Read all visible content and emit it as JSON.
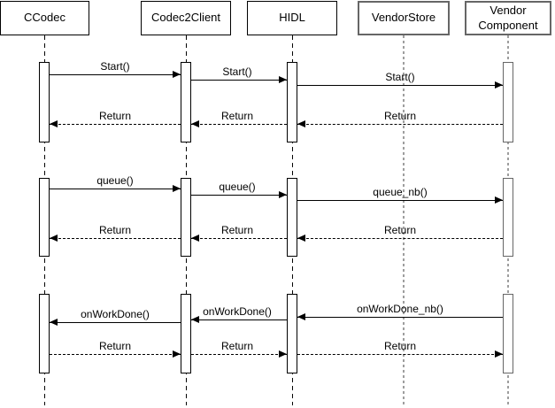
{
  "colors": {
    "background": "#ffffff",
    "default_stroke": "#000000",
    "vendor_stroke": "#666666",
    "vendor_lifeline": "#9e9e9e",
    "text": "#000000"
  },
  "actors": [
    {
      "label": "CCodec"
    },
    {
      "label": "Codec2Client"
    },
    {
      "label": "HIDL"
    },
    {
      "label": "VendorStore"
    },
    {
      "label": "Vendor Component"
    }
  ],
  "sections": [
    {
      "calls": [
        {
          "label": "Start()",
          "from": "CCodec",
          "to": "Codec2Client"
        },
        {
          "label": "Start()",
          "from": "Codec2Client",
          "to": "HIDL"
        },
        {
          "label": "Start()",
          "from": "HIDL",
          "to": "Vendor Component"
        }
      ],
      "returns": [
        {
          "label": "Return",
          "from": "Codec2Client",
          "to": "CCodec"
        },
        {
          "label": "Return",
          "from": "HIDL",
          "to": "Codec2Client"
        },
        {
          "label": "Return",
          "from": "Vendor Component",
          "to": "HIDL"
        }
      ]
    },
    {
      "calls": [
        {
          "label": "queue()",
          "from": "CCodec",
          "to": "Codec2Client"
        },
        {
          "label": "queue()",
          "from": "Codec2Client",
          "to": "HIDL"
        },
        {
          "label": "queue_nb()",
          "from": "HIDL",
          "to": "Vendor Component"
        }
      ],
      "returns": [
        {
          "label": "Return",
          "from": "Codec2Client",
          "to": "CCodec"
        },
        {
          "label": "Return",
          "from": "HIDL",
          "to": "Codec2Client"
        },
        {
          "label": "Return",
          "from": "Vendor Component",
          "to": "HIDL"
        }
      ]
    },
    {
      "calls": [
        {
          "label": "onWorkDone()",
          "from": "Codec2Client",
          "to": "CCodec"
        },
        {
          "label": "onWorkDone()",
          "from": "HIDL",
          "to": "Codec2Client"
        },
        {
          "label": "onWorkDone_nb()",
          "from": "Vendor Component",
          "to": "HIDL"
        }
      ],
      "returns": [
        {
          "label": "Return",
          "from": "CCodec",
          "to": "Codec2Client"
        },
        {
          "label": "Return",
          "from": "Codec2Client",
          "to": "HIDL"
        },
        {
          "label": "Return",
          "from": "HIDL",
          "to": "Vendor Component"
        }
      ]
    }
  ]
}
